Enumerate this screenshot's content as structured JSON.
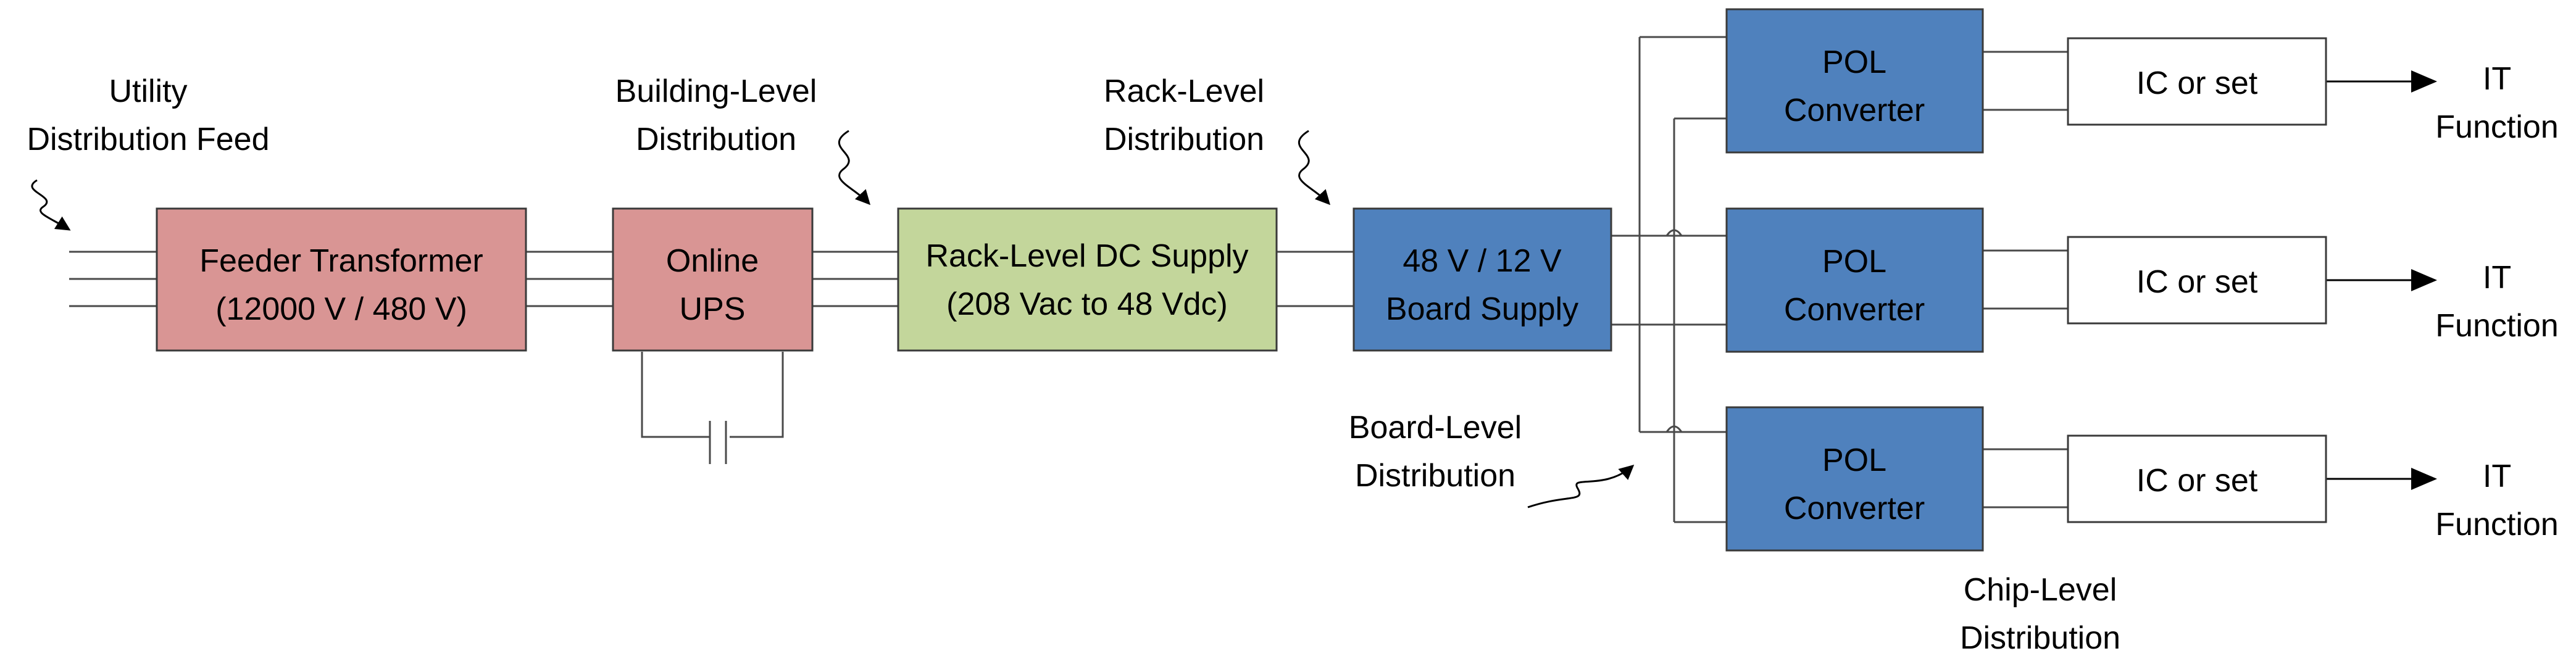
{
  "colors": {
    "pink": "#d99594",
    "green": "#c3d69b",
    "blue": "#4f81bd",
    "white": "#ffffff",
    "border": "#3a3a3a"
  },
  "blocks": {
    "feeder_transformer": {
      "line1": "Feeder Transformer",
      "line2": "(12000 V / 480 V)"
    },
    "online_ups": {
      "line1": "Online",
      "line2": "UPS"
    },
    "rack_dc_supply": {
      "line1": "Rack-Level DC Supply",
      "line2": "(208 Vac to 48 Vdc)"
    },
    "board_supply": {
      "line1": "48 V / 12 V",
      "line2": "Board Supply"
    },
    "pol_converters": [
      {
        "line1": "POL",
        "line2": "Converter"
      },
      {
        "line1": "POL",
        "line2": "Converter"
      },
      {
        "line1": "POL",
        "line2": "Converter"
      }
    ],
    "ic_sets": [
      {
        "label": "IC or set"
      },
      {
        "label": "IC or set"
      },
      {
        "label": "IC or set"
      }
    ]
  },
  "labels": {
    "utility": {
      "line1": "Utility",
      "line2": "Distribution Feed"
    },
    "building": {
      "line1": "Building-Level",
      "line2": "Distribution"
    },
    "rack": {
      "line1": "Rack-Level",
      "line2": "Distribution"
    },
    "board": {
      "line1": "Board-Level",
      "line2": "Distribution"
    },
    "chip": {
      "line1": "Chip-Level",
      "line2": "Distribution"
    },
    "it_functions": [
      {
        "line1": "IT",
        "line2": "Function"
      },
      {
        "line1": "IT",
        "line2": "Function"
      },
      {
        "line1": "IT",
        "line2": "Function"
      }
    ]
  }
}
